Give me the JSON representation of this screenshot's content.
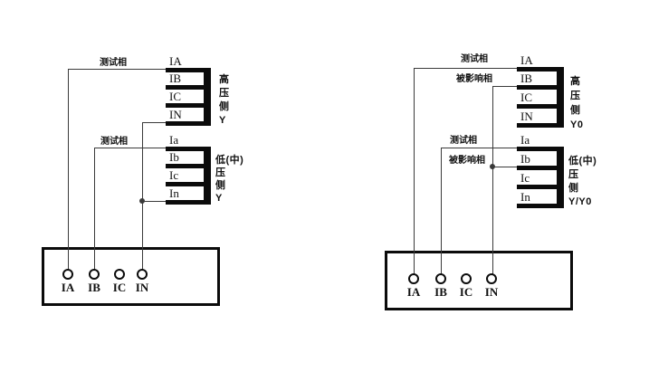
{
  "colors": {
    "background": "#ffffff",
    "line": "#3a3a3a",
    "bar": "#0b0b0b",
    "text": "#111111"
  },
  "diagrams": [
    {
      "name": "left-diagram",
      "high_winding": {
        "terminals": [
          "IA",
          "IB",
          "IC",
          "IN"
        ],
        "side_label": [
          "高",
          "压",
          "侧",
          "Y"
        ]
      },
      "low_winding": {
        "terminals": [
          "Ia",
          "Ib",
          "Ic",
          "In"
        ],
        "side_label": [
          "低(中)",
          "压",
          "侧",
          "Y"
        ]
      },
      "connections": [
        {
          "tester_terminal": "IA",
          "winding_terminal": "高压侧 IA",
          "label": "测试相"
        },
        {
          "tester_terminal": "IB",
          "winding_terminal": "低压侧 Ia",
          "label": "测试相"
        },
        {
          "tester_terminal": "IN",
          "winding_terminal": "高压侧 IN + 低压侧 In",
          "label": ""
        }
      ],
      "tester_terminals": [
        "IA",
        "IB",
        "IC",
        "IN"
      ]
    },
    {
      "name": "right-diagram",
      "high_winding": {
        "terminals": [
          "IA",
          "IB",
          "IC",
          "IN"
        ],
        "side_label": [
          "高",
          "压",
          "侧",
          "Y0"
        ]
      },
      "low_winding": {
        "terminals": [
          "Ia",
          "Ib",
          "Ic",
          "In"
        ],
        "side_label": [
          "低(中)",
          "压",
          "侧",
          "Y/Y0"
        ]
      },
      "connections": [
        {
          "tester_terminal": "IA",
          "winding_terminal": "高压侧 IA",
          "label": "测试相"
        },
        {
          "tester_terminal": "IN",
          "winding_terminal": "高压侧 IB",
          "label": "被影响相"
        },
        {
          "tester_terminal": "IB",
          "winding_terminal": "低压侧 Ia",
          "label": "测试相"
        },
        {
          "tester_terminal": "IN",
          "winding_terminal": "低压侧 Ib",
          "label": "被影响相"
        }
      ],
      "tester_terminals": [
        "IA",
        "IB",
        "IC",
        "IN"
      ]
    }
  ]
}
